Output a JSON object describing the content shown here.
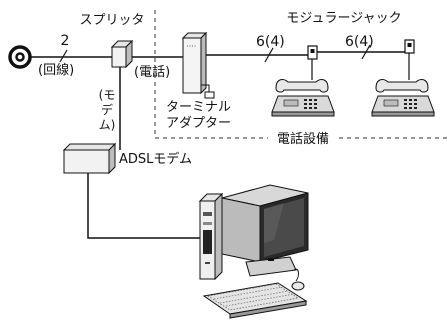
{
  "labels": {
    "line_count": "2",
    "line": "(回線)",
    "splitter": "スプリッタ",
    "phone_side": "(電話)",
    "modem_side_line1": "(モ",
    "modem_side_line2": "デ",
    "modem_side_line3": "ム)",
    "adsl_modem": "ADSLモデム",
    "terminal_adapter_line1": "ターミナル",
    "terminal_adapter_line2": "アダプター",
    "modular_jack": "モジュラージャック",
    "cable_1": "6(4)",
    "cable_2": "6(4)",
    "telephone_equipment": "電話設備"
  }
}
